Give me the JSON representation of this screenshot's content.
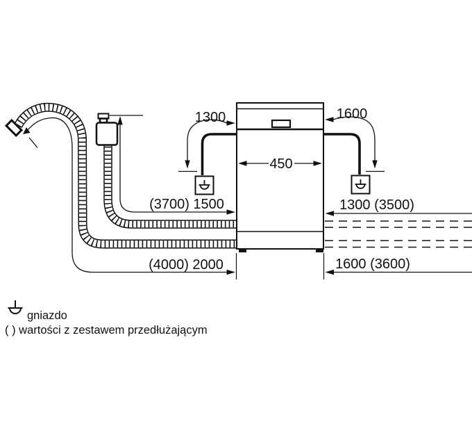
{
  "diagram": {
    "type": "appliance-installation-diagram",
    "colors": {
      "line": "#111111",
      "background": "#ffffff"
    },
    "dimensions": {
      "power_cord_left": "1300",
      "power_cord_right": "1600",
      "appliance_width": "450",
      "supply_hose_left": "(3700) 1500",
      "hose_right_upper": "1300 (3500)",
      "drain_hose_left": "(4000) 2000",
      "hose_right_lower": "1600 (3600)"
    },
    "legend": [
      {
        "symbol": "socket-icon",
        "text": "gniazdo"
      },
      {
        "symbol": "parentheses",
        "text": "( ) wartości z zestawem przedłużającym"
      }
    ]
  }
}
